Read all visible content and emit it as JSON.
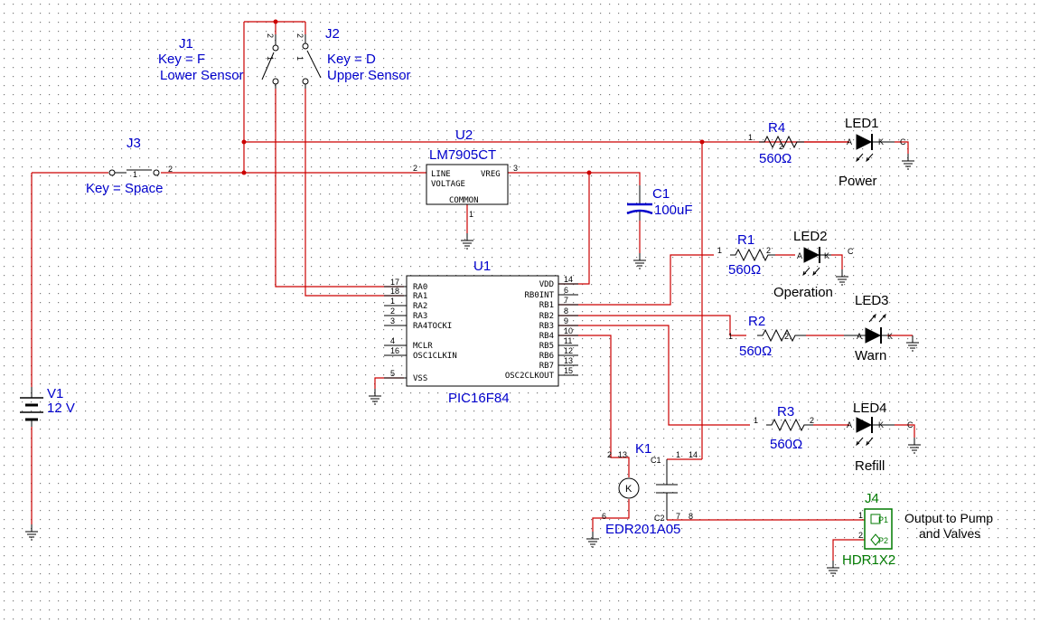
{
  "colors": {
    "wire": "#cc0000",
    "label": "#0000cc",
    "connector": "#007a00",
    "background": "#ffffff"
  },
  "components": {
    "j1": {
      "ref": "J1",
      "key": "Key = F",
      "name": "Lower Sensor",
      "pins": [
        "1",
        "2"
      ]
    },
    "j2": {
      "ref": "J2",
      "key": "Key = D",
      "name": "Upper Sensor",
      "pins": [
        "1",
        "2"
      ]
    },
    "j3": {
      "ref": "J3",
      "key": "Key = Space",
      "pins": [
        "1",
        "2"
      ]
    },
    "u2": {
      "ref": "U2",
      "part": "LM7905CT",
      "line_label": "LINE",
      "voltage_label": "VOLTAGE",
      "vreg_label": "VREG",
      "common_label": "COMMON",
      "pins": [
        "2",
        "3",
        "1"
      ]
    },
    "c1": {
      "ref": "C1",
      "value": "100uF"
    },
    "v1": {
      "ref": "V1",
      "value": "12 V"
    },
    "u1": {
      "ref": "U1",
      "part": "PIC16F84",
      "left_pins": [
        {
          "num": "17",
          "name": "RA0"
        },
        {
          "num": "18",
          "name": "RA1"
        },
        {
          "num": "1",
          "name": "RA2"
        },
        {
          "num": "2",
          "name": "RA3"
        },
        {
          "num": "3",
          "name": "RA4TOCKI"
        },
        {
          "num": "4",
          "name": "MCLR"
        },
        {
          "num": "16",
          "name": "OSC1CLKIN"
        },
        {
          "num": "5",
          "name": "VSS"
        }
      ],
      "right_pins": [
        {
          "num": "14",
          "name": "VDD"
        },
        {
          "num": "6",
          "name": "RB0INT"
        },
        {
          "num": "7",
          "name": "RB1"
        },
        {
          "num": "8",
          "name": "RB2"
        },
        {
          "num": "9",
          "name": "RB3"
        },
        {
          "num": "10",
          "name": "RB4"
        },
        {
          "num": "11",
          "name": "RB5"
        },
        {
          "num": "12",
          "name": "RB6"
        },
        {
          "num": "13",
          "name": "RB7"
        },
        {
          "num": "15",
          "name": "OSC2CLKOUT"
        }
      ]
    },
    "r4": {
      "ref": "R4",
      "value": "560Ω",
      "pins": [
        "1",
        "2"
      ]
    },
    "r1": {
      "ref": "R1",
      "value": "560Ω",
      "pins": [
        "1",
        "2"
      ]
    },
    "r2": {
      "ref": "R2",
      "value": "560Ω",
      "pins": [
        "1",
        "2"
      ]
    },
    "r3": {
      "ref": "R3",
      "value": "560Ω",
      "pins": [
        "1",
        "2"
      ]
    },
    "led1": {
      "ref": "LED1",
      "name": "Power",
      "anode": "A",
      "cathode": "K",
      "c": "C"
    },
    "led2": {
      "ref": "LED2",
      "name": "Operation",
      "anode": "A",
      "cathode": "K",
      "c": "C"
    },
    "led3": {
      "ref": "LED3",
      "name": "Warn",
      "anode": "A",
      "cathode": "K"
    },
    "led4": {
      "ref": "LED4",
      "name": "Refill",
      "anode": "A",
      "cathode": "K",
      "c": "C"
    },
    "k1": {
      "ref": "K1",
      "part": "EDR201A05",
      "symbol": "K",
      "pins": [
        "2",
        "13",
        "1",
        "14",
        "6",
        "7",
        "8"
      ],
      "c1": "C1",
      "c2": "C2"
    },
    "j4": {
      "ref": "J4",
      "part": "HDR1X2",
      "pin1": "P1",
      "pin2": "P2",
      "pins": [
        "1",
        "2"
      ],
      "note_line1": "Output to Pump",
      "note_line2": "and Valves"
    }
  }
}
